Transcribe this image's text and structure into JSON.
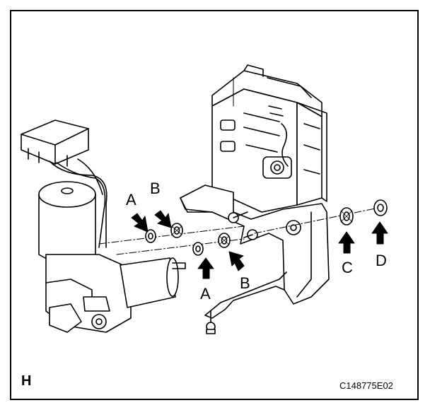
{
  "callouts": {
    "a_upper": "A",
    "b_upper": "B",
    "a_lower": "A",
    "b_lower": "B",
    "c": "C",
    "d": "D"
  },
  "corner_label": "H",
  "figure_id": "C148775E02",
  "colors": {
    "line": "#000000",
    "background": "#ffffff"
  }
}
